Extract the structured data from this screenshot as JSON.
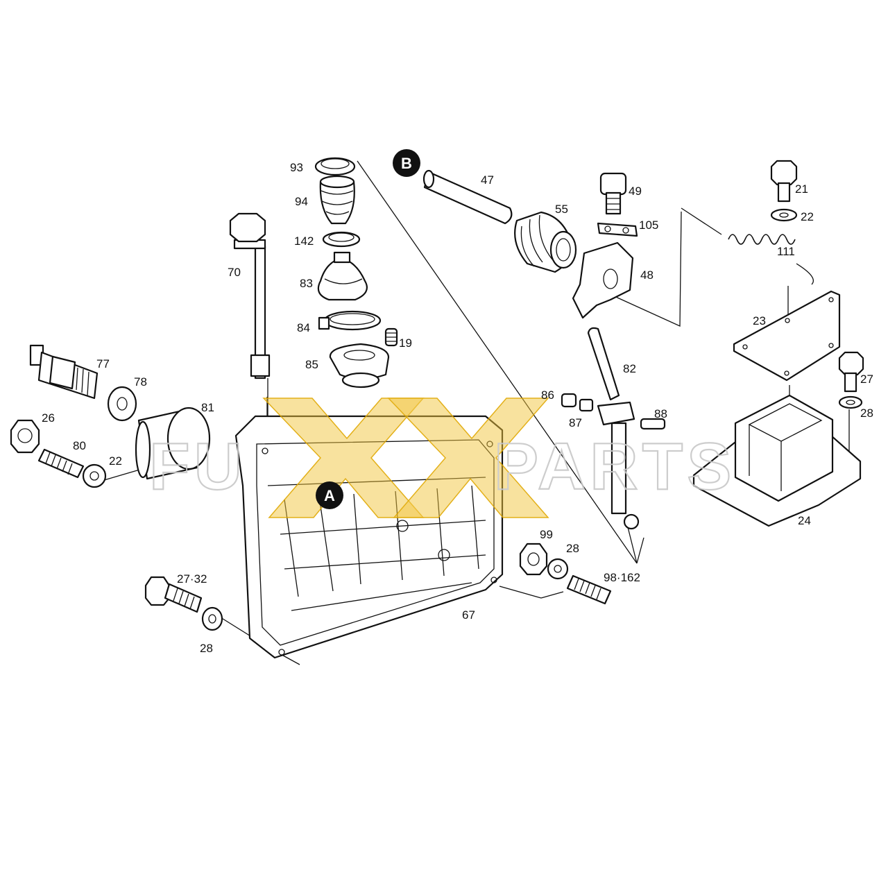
{
  "watermark": {
    "left_text": "FU",
    "right_text": "PARTS",
    "x_color": "#f0c23a",
    "text_color": "#c8c8c8"
  },
  "markers": [
    {
      "id": "A",
      "label": "A"
    },
    {
      "id": "B",
      "label": "B"
    }
  ],
  "labels": {
    "93": "93",
    "94": "94",
    "142": "142",
    "83": "83",
    "84": "84",
    "19": "19",
    "85": "85",
    "70": "70",
    "77": "77",
    "78": "78",
    "81": "81",
    "26": "26",
    "80": "80",
    "22a": "22",
    "47": "47",
    "55": "55",
    "49": "49",
    "105": "105",
    "48": "48",
    "21": "21",
    "22b": "22",
    "111": "111",
    "23": "23",
    "27a": "27",
    "28a": "28",
    "24": "24",
    "82": "82",
    "86": "86",
    "87": "87",
    "88": "88",
    "99": "99",
    "28b": "28",
    "98_162": "98·162",
    "27_32": "27·32",
    "28c": "28",
    "67": "67"
  },
  "icons": [
    "bolt-icon",
    "nut-icon",
    "washer-icon",
    "spring-icon",
    "gasket-icon"
  ]
}
